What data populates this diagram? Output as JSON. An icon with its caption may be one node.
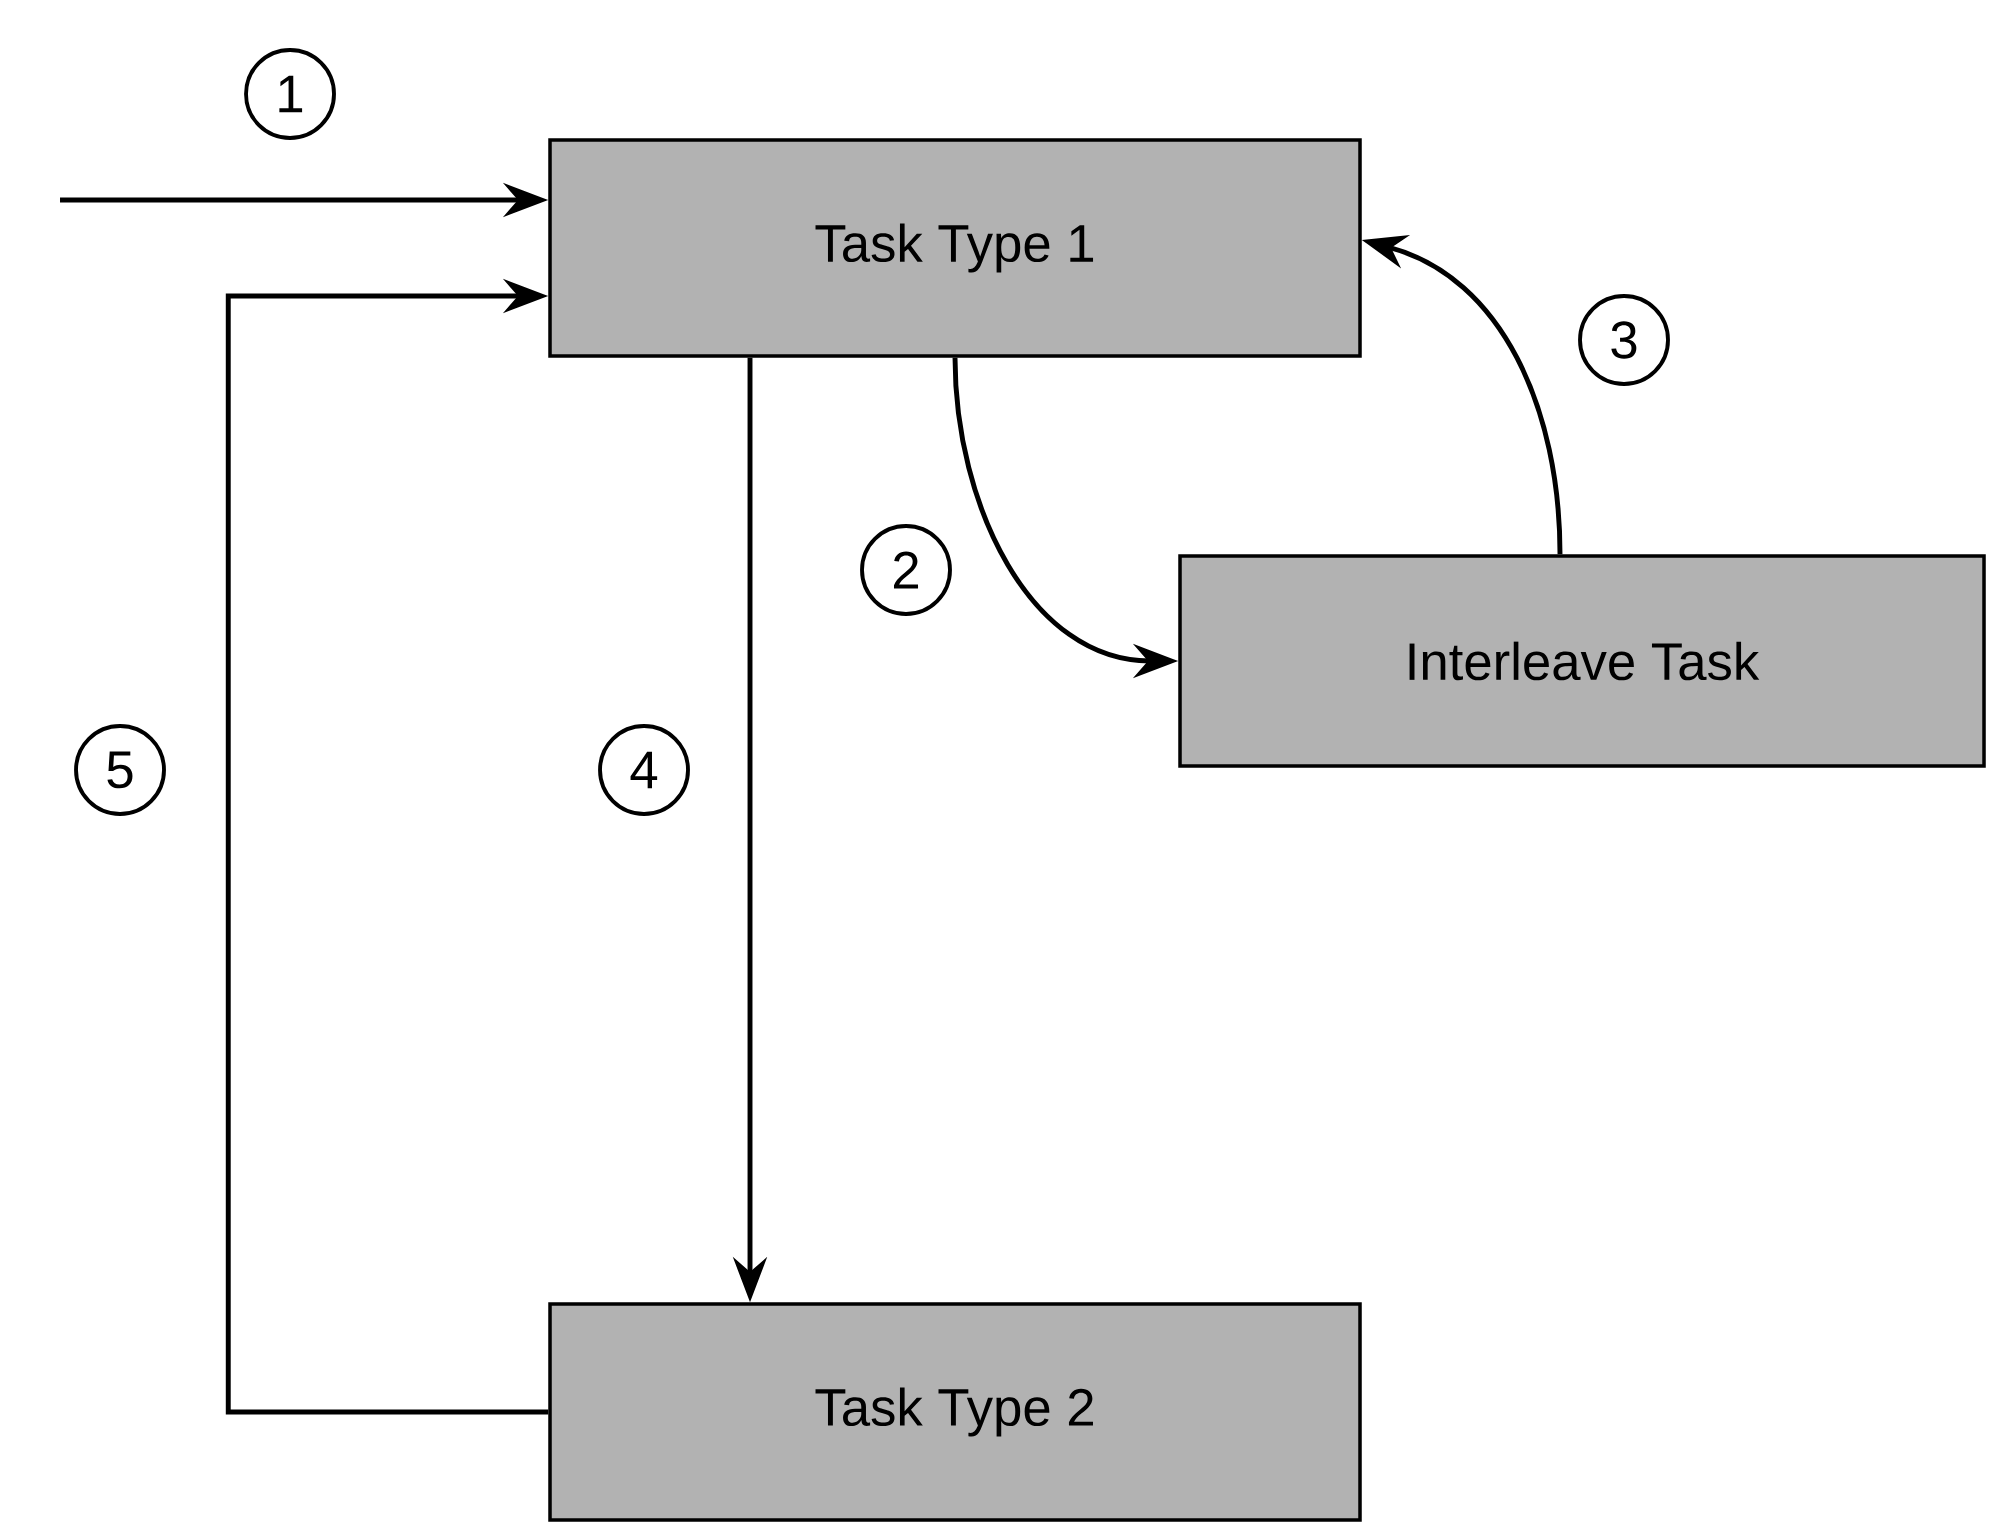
{
  "diagram": {
    "nodes": [
      {
        "text": [
          "Task Type 1"
        ]
      },
      {
        "text": [
          "Interleave Task"
        ]
      },
      {
        "text": [
          "Task Type 2"
        ]
      }
    ],
    "edges": [
      {
        "from": null,
        "to": 0,
        "arrow": "to",
        "label": "1"
      },
      {
        "from": 0,
        "to": 1,
        "arrow": "to",
        "label": "2"
      },
      {
        "from": 1,
        "to": 0,
        "arrow": "to",
        "label": "3"
      },
      {
        "from": 0,
        "to": 2,
        "arrow": "to",
        "label": "4"
      },
      {
        "from": 2,
        "to": 0,
        "arrow": "to",
        "label": "5"
      }
    ]
  }
}
